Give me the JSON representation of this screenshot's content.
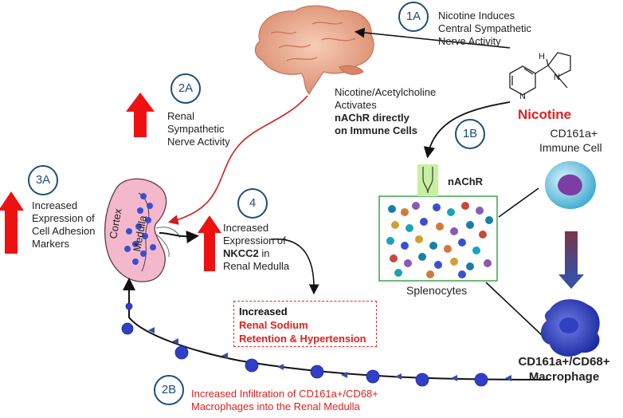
{
  "steps": {
    "s1a": "1A",
    "s1b": "1B",
    "s2a": "2A",
    "s2b": "2B",
    "s3a": "3A",
    "s4": "4"
  },
  "text": {
    "step1a_line1": "Nicotine Induces",
    "step1a_line2": "Central Sympathetic",
    "step1a_line3": "Nerve Activity",
    "nicotine": "Nicotine",
    "activates_line1": "Nicotine/Acetylcholine",
    "activates_line2": "Activates",
    "activates_line3": "nAChR directly",
    "activates_line4": "on Immune Cells",
    "renal_line1": "Renal",
    "renal_line2": "Sympathetic",
    "renal_line3": "Nerve Activity",
    "adhesion_line1": "Increased",
    "adhesion_line2": "Expression of",
    "adhesion_line3": "Cell  Adhesion",
    "adhesion_line4": "Markers",
    "nkcc_line1": "Increased",
    "nkcc_line2": "Expression of",
    "nkcc_line3": "NKCC2",
    "nkcc_line3b": " in",
    "nkcc_line4": "Renal Medulla",
    "nachr": "nAChR",
    "splenocytes": "Splenocytes",
    "cd161_line1": "CD161a+",
    "cd161_line2": "Immune Cell",
    "macro_line1": "CD161a+/CD68+",
    "macro_line2": "Macrophage",
    "box_line1": "Increased",
    "box_line2": "Renal Sodium",
    "box_line3": "Retention  & Hypertension",
    "infil_line1": "Increased Infiltration of CD161a+/CD68+",
    "infil_line2": "Macrophages into the Renal Medulla",
    "cortex": "Cortex",
    "medulla": "Medulla",
    "n_atom": "N",
    "h_atom": "H"
  },
  "colors": {
    "accent_red": "#e02020",
    "step_blue": "#1f4e79",
    "splenocyte_border": "#2e9e3e",
    "nachr_fill": "#c8f0a0"
  }
}
